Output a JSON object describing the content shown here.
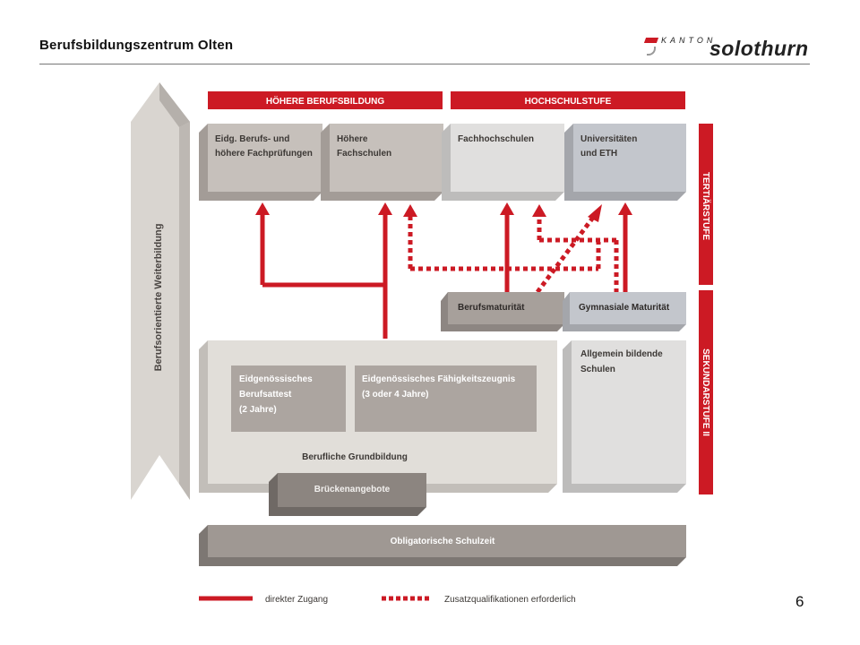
{
  "header": {
    "title": "Berufsbildungszentrum  Olten",
    "logo": {
      "kanton": "KANTON",
      "name": "solothurn"
    }
  },
  "diagram": {
    "headers": {
      "hoehere_berufsbildung": "HÖHERE BERUFSBILDUNG",
      "hochschulstufe": "HOCHSCHULSTUFE"
    },
    "side_labels": {
      "tertiaer": "TERTIÄRSTUFE",
      "sekundar": "SEKUNDARSTUFE II"
    },
    "left_arrow_label": "Berufsorientierte Weiterbildung",
    "boxes": {
      "eidg_pruefungen": [
        "Eidg. Berufs- und",
        "höhere Fachprüfungen"
      ],
      "hoehere_fachschulen": [
        "Höhere",
        "Fachschulen"
      ],
      "fachhochschulen": [
        "Fachhochschulen"
      ],
      "universitaeten": [
        "Universitäten",
        "und ETH"
      ],
      "berufsmaturitaet": "Berufsmaturität",
      "gymnasiale_maturitaet": "Gymnasiale Maturität",
      "allgemein_bildende": [
        "Allgemein bildende",
        "Schulen"
      ],
      "berufsattest": [
        "Eidgenössisches",
        "Berufsattest",
        "(2 Jahre)"
      ],
      "faehigkeitszeugnis": [
        "Eidgenössisches Fähigkeitszeugnis",
        "(3 oder 4 Jahre)"
      ],
      "berufliche_grundbildung": "Berufliche Grundbildung",
      "brueckenangebote": "Brückenangebote",
      "obligatorische_schulzeit": "Obligatorische Schulzeit"
    },
    "legend": {
      "direct": "direkter Zugang",
      "additional": "Zusatzqualifikationen erforderlich"
    }
  },
  "page_number": "6",
  "colors": {
    "accent_red": "#cc1a24",
    "grey_dark": "#a7a09b",
    "grey_mid": "#c6c0bb",
    "grey_light": "#e1ded9",
    "blue_grey": "#c3c6cc"
  }
}
